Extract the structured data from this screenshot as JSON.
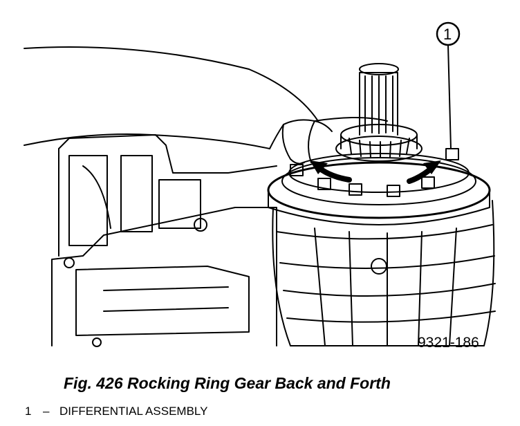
{
  "figure": {
    "callout": "1",
    "figure_id": "9321-186",
    "caption": "Fig. 426 Rocking Ring Gear Back and Forth"
  },
  "legend": [
    {
      "number": "1",
      "separator": "–",
      "label": "DIFFERENTIAL ASSEMBLY"
    }
  ]
}
